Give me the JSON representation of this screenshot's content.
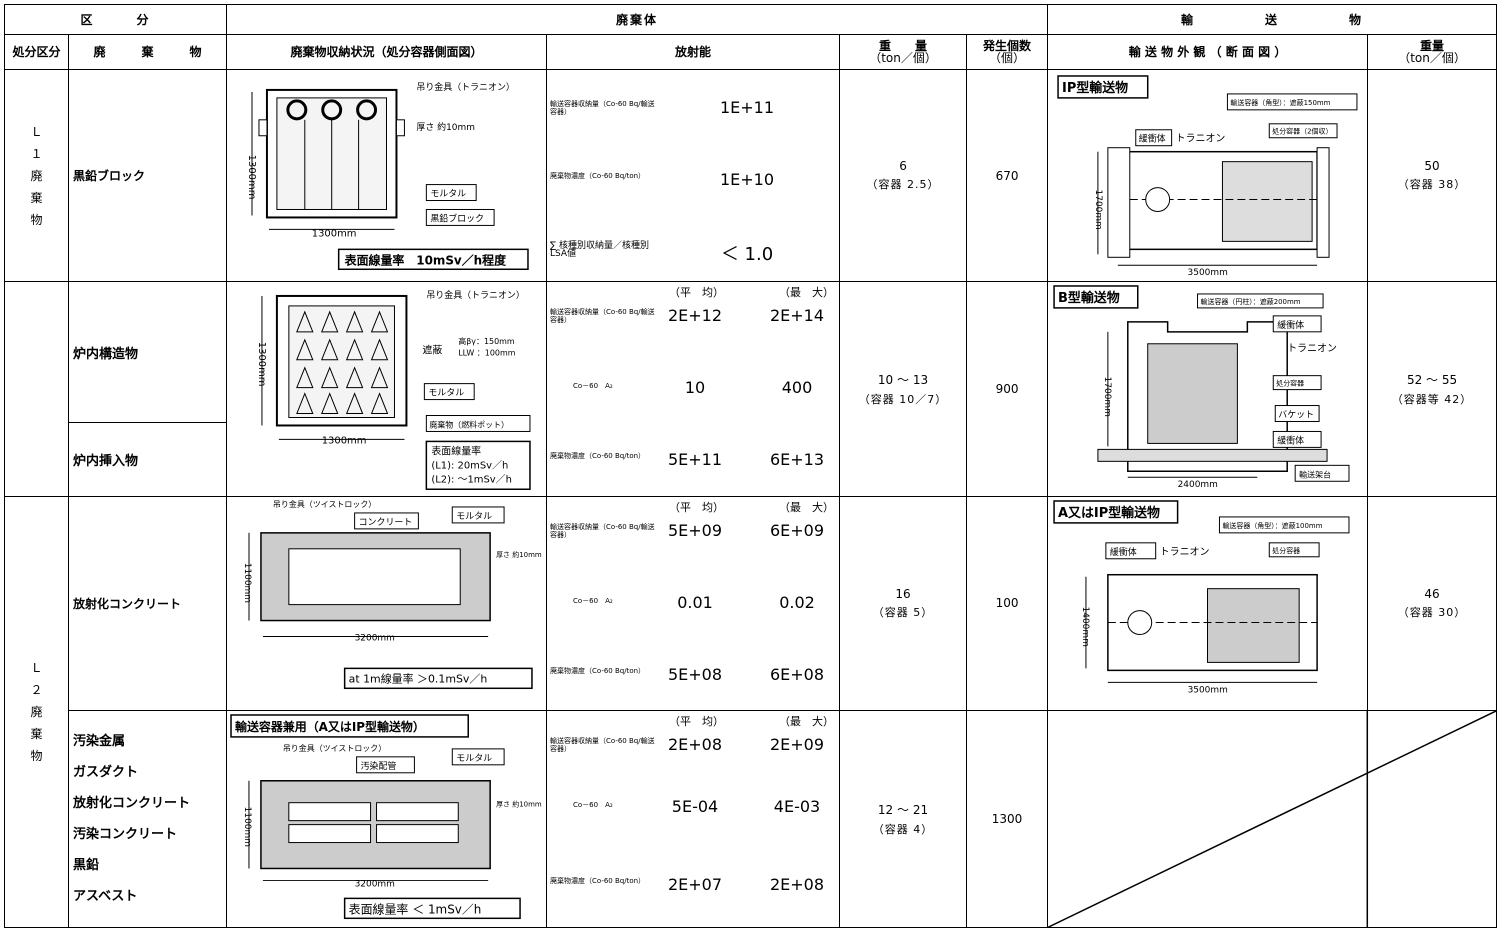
{
  "header": {
    "kubun": "区　　　分",
    "haikitai": "廃棄体",
    "yusou": "輸　　　　　送　　　　　物",
    "col_shobun": "処分区分",
    "col_haikibutsu": "廃　　　棄　　　物",
    "col_shuuno": "廃棄物収納状況（処分容器側面図）",
    "col_housha": "放射能",
    "col_juuryou": "重　　量",
    "col_juuryou_unit": "（ton／個）",
    "col_hassei": "発生個数",
    "col_hassei_unit": "（個）",
    "col_gaikan": "輸 送 物 外 観 （ 断 面 図 ）",
    "col_yjuuryou": "重量",
    "col_yjuuryou_unit": "（ton／個）"
  },
  "categories": {
    "l1": "Ｌ１廃棄物",
    "l2": "Ｌ２廃棄物"
  },
  "labels": {
    "avg": "（平　均）",
    "max": "（最　大）",
    "cap": "輸送容器収納量（Co-60 Bq/輸送容器）",
    "conc": "廃棄物濃度（Co-60 Bq/ton）",
    "a2": "Co－60　A₂",
    "sum": "∑ 核種別収納量／核種別LSA値"
  },
  "rows": {
    "r1": {
      "waste": "黒鉛ブロック",
      "cap": "1E+11",
      "conc": "1E+10",
      "sum": "＜ 1.0",
      "weight": "6",
      "weight_sub": "（容器 2.5）",
      "count": "670",
      "tweight": "50",
      "tweight_sub": "（容器 38）",
      "fig_labels": {
        "hook": "吊り金具（トラニオン）",
        "thick": "厚さ 約10mm",
        "mortar": "モルタル",
        "block": "黒鉛ブロック",
        "h": "1300mm",
        "w": "1300mm",
        "dose": "表面線量率　10mSv／h程度"
      },
      "tfig_labels": {
        "title": "IP型輸送物",
        "container": "輸送容器（角型）：遮蔽150mm",
        "buffer": "緩衝体",
        "trunnion": "トラニオン",
        "disposal": "処分容器（2個収）",
        "h": "1700mm",
        "w": "3500mm"
      }
    },
    "r2": {
      "waste_a": "炉内構造物",
      "waste_b": "炉内挿入物",
      "cap_avg": "2E+12",
      "cap_max": "2E+14",
      "a2_avg": "10",
      "a2_max": "400",
      "conc_avg": "5E+11",
      "conc_max": "6E+13",
      "weight": "10 ～ 13",
      "weight_sub": "（容器 10／7）",
      "count": "900",
      "tweight": "52 ～ 55",
      "tweight_sub": "（容器等 42）",
      "fig_labels": {
        "hook": "吊り金具（トラニオン）",
        "shield": "遮蔽",
        "shield_a": "高βγ：150mm",
        "shield_b": "LLW ：100mm",
        "mortar": "モルタル",
        "waste": "廃棄物（燃料ポット）",
        "h": "1300mm",
        "w": "1300mm",
        "dose1": "表面線量率",
        "dose2": "(L1): 20mSv／h",
        "dose3": "(L2): ～1mSv／h"
      },
      "tfig_labels": {
        "title": "B型輸送物",
        "container": "輸送容器（円柱）：遮蔽200mm",
        "buffer": "緩衝体",
        "trunnion": "トラニオン",
        "disposal": "処分容器",
        "basket": "バケット",
        "buffer2": "緩衝体",
        "frame": "輸送架台",
        "h": "1700mm",
        "w": "2400mm"
      }
    },
    "r3": {
      "waste": "放射化コンクリート",
      "cap_avg": "5E+09",
      "cap_max": "6E+09",
      "a2_avg": "0.01",
      "a2_max": "0.02",
      "conc_avg": "5E+08",
      "conc_max": "6E+08",
      "weight": "16",
      "weight_sub": "（容器 5）",
      "count": "100",
      "tweight": "46",
      "tweight_sub": "（容器 30）",
      "fig_labels": {
        "hook": "吊り金具（ツイストロック）",
        "concrete": "コンクリート",
        "mortar": "モルタル",
        "thick": "厚さ 約10mm",
        "h": "1100mm",
        "w": "3200mm",
        "dose": "at 1m線量率 ＞0.1mSv／h"
      },
      "tfig_labels": {
        "title": "A又はIP型輸送物",
        "container": "輸送容器（角型）：遮蔽100mm",
        "buffer": "緩衝体",
        "trunnion": "トラニオン",
        "disposal": "処分容器",
        "h": "1400mm",
        "w": "3500mm"
      }
    },
    "r4": {
      "wastes": [
        "汚染金属",
        "ガスダクト",
        "放射化コンクリート",
        "汚染コンクリート",
        "黒鉛",
        "アスベスト"
      ],
      "cap_avg": "2E+08",
      "cap_max": "2E+09",
      "a2_avg": "5E-04",
      "a2_max": "4E-03",
      "conc_avg": "2E+07",
      "conc_max": "2E+08",
      "weight": "12 ～ 21",
      "weight_sub": "（容器 4）",
      "count": "1300",
      "fig_labels": {
        "title": "輸送容器兼用（A又はIP型輸送物）",
        "hook": "吊り金具（ツイストロック）",
        "pipe": "汚染配管",
        "mortar": "モルタル",
        "thick": "厚さ 約10mm",
        "h": "1100mm",
        "w": "3200mm",
        "dose": "表面線量率 ＜ 1mSv／h"
      }
    }
  }
}
